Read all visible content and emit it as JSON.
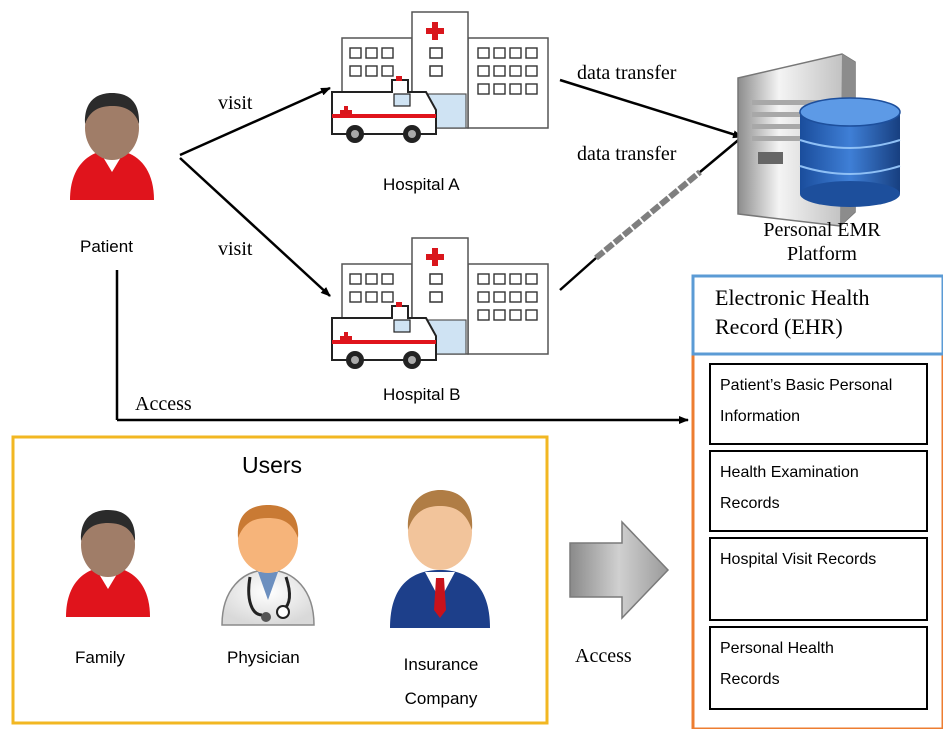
{
  "patient": {
    "label": "Patient"
  },
  "hospitals": [
    {
      "label": "Hospital A",
      "visit_label": "visit",
      "transfer_label": "data transfer"
    },
    {
      "label": "Hospital B",
      "visit_label": "visit",
      "transfer_label": "data transfer"
    }
  ],
  "platform": {
    "label_line1": "Personal EMR",
    "label_line2": "Platform"
  },
  "ehr": {
    "title_line1": "Electronic Health",
    "title_line2": "Record (EHR)",
    "records": [
      {
        "line1": "Patient’s Basic Personal",
        "line2": "Information"
      },
      {
        "line1": "Health Examination",
        "line2": "Records"
      },
      {
        "line1": "Hospital Visit Records",
        "line2": ""
      },
      {
        "line1": "Personal Health",
        "line2": "Records"
      }
    ]
  },
  "patient_access_label": "Access",
  "users": {
    "title": "Users",
    "members": [
      {
        "line1": "Family",
        "line2": ""
      },
      {
        "line1": "Physician",
        "line2": ""
      },
      {
        "line1": "Insurance",
        "line2": "Company"
      }
    ],
    "access_label": "Access"
  },
  "colors": {
    "person_red": "#e0141c",
    "skin": "#a07d68",
    "hair": "#2b2b2b",
    "users_border": "#f2b722",
    "ehr_title_border": "#5b9bd5",
    "ehr_border": "#ed7d31",
    "suit_blue": "#1d3f8a",
    "tie_red": "#c8121b",
    "hospital_red": "#d9161c"
  }
}
